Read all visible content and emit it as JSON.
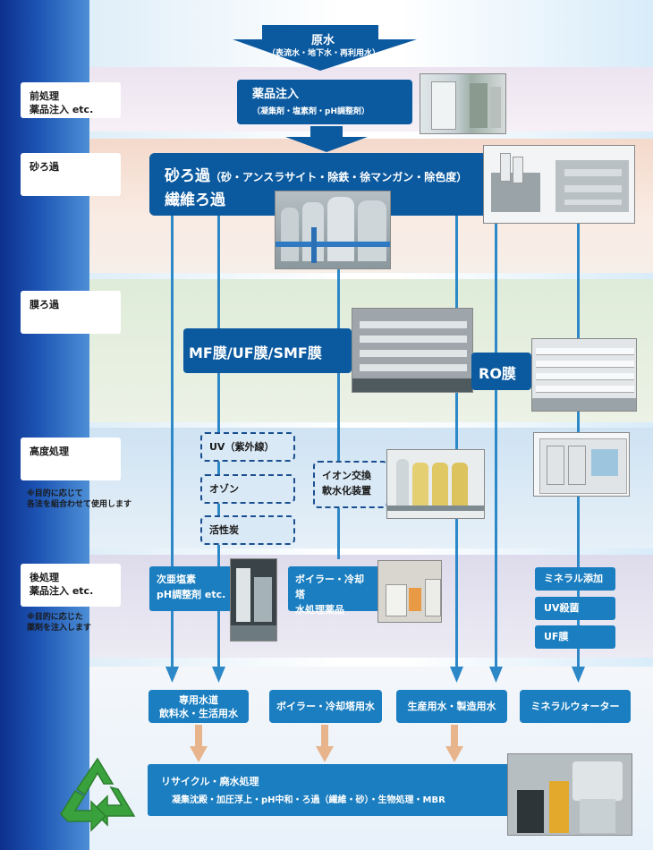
{
  "source": {
    "title": "原水",
    "subtitle": "（表流水・地下水・再利用水）"
  },
  "stages": {
    "pretreatment": "前処理\n薬品注入 etc.",
    "sand": "砂ろ過",
    "membrane": "膜ろ過",
    "advanced": "高度処理",
    "advanced_note": "※目的に応じて\n各法を組合わせて使用します",
    "post": "後処理\n薬品注入 etc.",
    "post_note": "※目的に応じた\n薬剤を注入します"
  },
  "chemical": {
    "title": "薬品注入",
    "subtitle": "（凝集剤・塩素剤・pH調整剤）"
  },
  "sand_box": {
    "line1": "砂ろ過",
    "line1_detail": "（砂・アンスラサイト・除鉄・徐マンガン・除色度）",
    "line2": "繊維ろ過"
  },
  "mf_box": "MF膜/UF膜/SMF膜",
  "ro_box": "RO膜",
  "advanced_items": [
    "UV（紫外線）",
    "オゾン",
    "活性炭"
  ],
  "ion_box": {
    "line1": "イオン交換",
    "line2": "軟水化装置"
  },
  "post_items": {
    "hypo": {
      "line1": "次亜塩素",
      "line2": "pH調整剤 etc."
    },
    "boiler": {
      "line1": "ボイラー・冷却塔",
      "line2": "水処理薬品"
    },
    "mineral": [
      "ミネラル添加",
      "UV殺菌",
      "UF膜"
    ]
  },
  "outputs": [
    "専用水道\n飲料水・生活用水",
    "ボイラー・冷却塔用水",
    "生産用水・製造用水",
    "ミネラルウォーター"
  ],
  "recycle": {
    "line1": "リサイクル・廃水処理",
    "line2": "凝集沈殿・加圧浮上・pH中和・ろ過（繊維・砂）・生物処理・MBR"
  },
  "colors": {
    "dark_blue": "#0b5aa0",
    "mid_blue": "#1a7ec0",
    "line_blue": "#2d88c8",
    "orange_arrow": "#e7b48c",
    "recycle_green": "#3aa23c"
  }
}
